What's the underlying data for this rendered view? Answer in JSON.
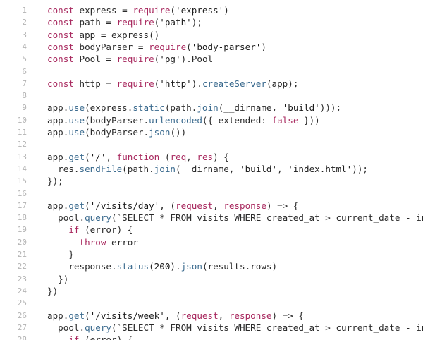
{
  "editor": {
    "theme_colors": {
      "keyword": "#a8285e",
      "function": "#3a6a8e",
      "text": "#2a2a2a",
      "line_number": "#b4b4b4",
      "background": "#ffffff"
    },
    "lines": [
      {
        "num": "1",
        "tokens": [
          {
            "t": "kw",
            "v": "const"
          },
          {
            "t": "tx",
            "v": " express = "
          },
          {
            "t": "kw",
            "v": "require"
          },
          {
            "t": "tx",
            "v": "("
          },
          {
            "t": "str",
            "v": "'express'"
          },
          {
            "t": "tx",
            "v": ")"
          }
        ]
      },
      {
        "num": "2",
        "tokens": [
          {
            "t": "kw",
            "v": "const"
          },
          {
            "t": "tx",
            "v": " path = "
          },
          {
            "t": "kw",
            "v": "require"
          },
          {
            "t": "tx",
            "v": "("
          },
          {
            "t": "str",
            "v": "'path'"
          },
          {
            "t": "tx",
            "v": ");"
          }
        ]
      },
      {
        "num": "3",
        "tokens": [
          {
            "t": "kw",
            "v": "const"
          },
          {
            "t": "tx",
            "v": " app = express()"
          }
        ]
      },
      {
        "num": "4",
        "tokens": [
          {
            "t": "kw",
            "v": "const"
          },
          {
            "t": "tx",
            "v": " bodyParser = "
          },
          {
            "t": "kw",
            "v": "require"
          },
          {
            "t": "tx",
            "v": "("
          },
          {
            "t": "str",
            "v": "'body-parser'"
          },
          {
            "t": "tx",
            "v": ")"
          }
        ]
      },
      {
        "num": "5",
        "tokens": [
          {
            "t": "kw",
            "v": "const"
          },
          {
            "t": "tx",
            "v": " Pool = "
          },
          {
            "t": "kw",
            "v": "require"
          },
          {
            "t": "tx",
            "v": "("
          },
          {
            "t": "str",
            "v": "'pg'"
          },
          {
            "t": "tx",
            "v": ").Pool"
          }
        ]
      },
      {
        "num": "6",
        "tokens": []
      },
      {
        "num": "7",
        "tokens": [
          {
            "t": "kw",
            "v": "const"
          },
          {
            "t": "tx",
            "v": " http = "
          },
          {
            "t": "kw",
            "v": "require"
          },
          {
            "t": "tx",
            "v": "("
          },
          {
            "t": "str",
            "v": "'http'"
          },
          {
            "t": "tx",
            "v": ")."
          },
          {
            "t": "fn",
            "v": "createServer"
          },
          {
            "t": "tx",
            "v": "(app);"
          }
        ]
      },
      {
        "num": "8",
        "tokens": []
      },
      {
        "num": "9",
        "tokens": [
          {
            "t": "tx",
            "v": "app."
          },
          {
            "t": "fn",
            "v": "use"
          },
          {
            "t": "tx",
            "v": "(express."
          },
          {
            "t": "fn",
            "v": "static"
          },
          {
            "t": "tx",
            "v": "(path."
          },
          {
            "t": "fn",
            "v": "join"
          },
          {
            "t": "tx",
            "v": "(__dirname, "
          },
          {
            "t": "str",
            "v": "'build'"
          },
          {
            "t": "tx",
            "v": ")));"
          }
        ]
      },
      {
        "num": "10",
        "tokens": [
          {
            "t": "tx",
            "v": "app."
          },
          {
            "t": "fn",
            "v": "use"
          },
          {
            "t": "tx",
            "v": "(bodyParser."
          },
          {
            "t": "fn",
            "v": "urlencoded"
          },
          {
            "t": "tx",
            "v": "({ extended: "
          },
          {
            "t": "kw",
            "v": "false"
          },
          {
            "t": "tx",
            "v": " }))"
          }
        ]
      },
      {
        "num": "11",
        "tokens": [
          {
            "t": "tx",
            "v": "app."
          },
          {
            "t": "fn",
            "v": "use"
          },
          {
            "t": "tx",
            "v": "(bodyParser."
          },
          {
            "t": "fn",
            "v": "json"
          },
          {
            "t": "tx",
            "v": "())"
          }
        ]
      },
      {
        "num": "12",
        "tokens": []
      },
      {
        "num": "13",
        "tokens": [
          {
            "t": "tx",
            "v": "app."
          },
          {
            "t": "fn",
            "v": "get"
          },
          {
            "t": "tx",
            "v": "("
          },
          {
            "t": "str",
            "v": "'/'"
          },
          {
            "t": "tx",
            "v": ", "
          },
          {
            "t": "kw",
            "v": "function"
          },
          {
            "t": "tx",
            "v": " ("
          },
          {
            "t": "kw",
            "v": "req"
          },
          {
            "t": "tx",
            "v": ", "
          },
          {
            "t": "kw",
            "v": "res"
          },
          {
            "t": "tx",
            "v": ") {"
          }
        ]
      },
      {
        "num": "14",
        "tokens": [
          {
            "t": "tx",
            "v": "  res."
          },
          {
            "t": "fn",
            "v": "sendFile"
          },
          {
            "t": "tx",
            "v": "(path."
          },
          {
            "t": "fn",
            "v": "join"
          },
          {
            "t": "tx",
            "v": "(__dirname, "
          },
          {
            "t": "str",
            "v": "'build'"
          },
          {
            "t": "tx",
            "v": ", "
          },
          {
            "t": "str",
            "v": "'index.html'"
          },
          {
            "t": "tx",
            "v": "));"
          }
        ]
      },
      {
        "num": "15",
        "tokens": [
          {
            "t": "tx",
            "v": "});"
          }
        ]
      },
      {
        "num": "16",
        "tokens": []
      },
      {
        "num": "17",
        "tokens": [
          {
            "t": "tx",
            "v": "app."
          },
          {
            "t": "fn",
            "v": "get"
          },
          {
            "t": "tx",
            "v": "("
          },
          {
            "t": "str",
            "v": "'/visits/day'"
          },
          {
            "t": "tx",
            "v": ", ("
          },
          {
            "t": "kw",
            "v": "request"
          },
          {
            "t": "tx",
            "v": ", "
          },
          {
            "t": "kw",
            "v": "response"
          },
          {
            "t": "tx",
            "v": ") => {"
          }
        ]
      },
      {
        "num": "18",
        "tokens": [
          {
            "t": "tx",
            "v": "  pool."
          },
          {
            "t": "fn",
            "v": "query"
          },
          {
            "t": "tx",
            "v": "(`SELECT * FROM visits WHERE created_at > current_date - interva"
          }
        ]
      },
      {
        "num": "19",
        "tokens": [
          {
            "t": "tx",
            "v": "    "
          },
          {
            "t": "kw",
            "v": "if"
          },
          {
            "t": "tx",
            "v": " (error) {"
          }
        ]
      },
      {
        "num": "20",
        "tokens": [
          {
            "t": "tx",
            "v": "      "
          },
          {
            "t": "kw",
            "v": "throw"
          },
          {
            "t": "tx",
            "v": " error"
          }
        ]
      },
      {
        "num": "21",
        "tokens": [
          {
            "t": "tx",
            "v": "    }"
          }
        ]
      },
      {
        "num": "22",
        "tokens": [
          {
            "t": "tx",
            "v": "    response."
          },
          {
            "t": "fn",
            "v": "status"
          },
          {
            "t": "tx",
            "v": "("
          },
          {
            "t": "num",
            "v": "200"
          },
          {
            "t": "tx",
            "v": ")."
          },
          {
            "t": "fn",
            "v": "json"
          },
          {
            "t": "tx",
            "v": "(results.rows)"
          }
        ]
      },
      {
        "num": "23",
        "tokens": [
          {
            "t": "tx",
            "v": "  })"
          }
        ]
      },
      {
        "num": "24",
        "tokens": [
          {
            "t": "tx",
            "v": "})"
          }
        ]
      },
      {
        "num": "25",
        "tokens": []
      },
      {
        "num": "26",
        "tokens": [
          {
            "t": "tx",
            "v": "app."
          },
          {
            "t": "fn",
            "v": "get"
          },
          {
            "t": "tx",
            "v": "("
          },
          {
            "t": "str",
            "v": "'/visits/week'"
          },
          {
            "t": "tx",
            "v": ", ("
          },
          {
            "t": "kw",
            "v": "request"
          },
          {
            "t": "tx",
            "v": ", "
          },
          {
            "t": "kw",
            "v": "response"
          },
          {
            "t": "tx",
            "v": ") => {"
          }
        ]
      },
      {
        "num": "27",
        "tokens": [
          {
            "t": "tx",
            "v": "  pool."
          },
          {
            "t": "fn",
            "v": "query"
          },
          {
            "t": "tx",
            "v": "(`SELECT * FROM visits WHERE created_at > current_date - interva"
          }
        ]
      },
      {
        "num": "28",
        "tokens": [
          {
            "t": "tx",
            "v": "    "
          },
          {
            "t": "kw",
            "v": "if"
          },
          {
            "t": "tx",
            "v": " (error) {"
          }
        ]
      }
    ]
  }
}
